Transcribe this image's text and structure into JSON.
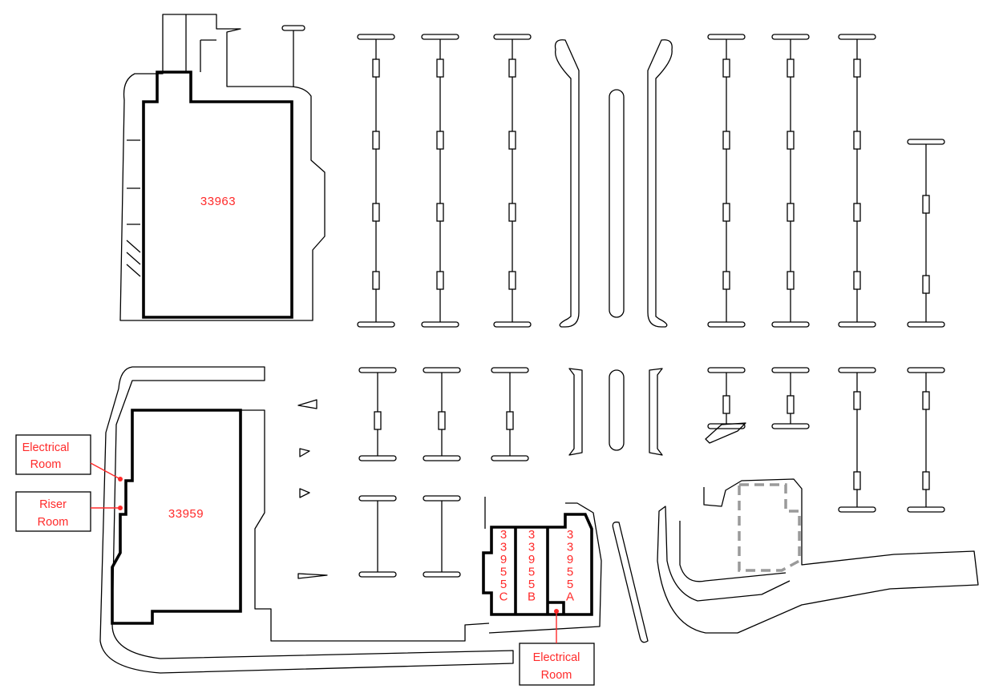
{
  "map": {
    "units": [
      {
        "id": "33963"
      },
      {
        "id": "33959"
      },
      {
        "id": "33955C"
      },
      {
        "id": "33955B"
      },
      {
        "id": "33955A"
      }
    ],
    "callouts": {
      "electrical_room_west": {
        "line1": "Electrical",
        "line2": "Room"
      },
      "riser_room": {
        "line1": "Riser",
        "line2": "Room"
      },
      "electrical_room_south": {
        "line1": "Electrical",
        "line2": "Room"
      }
    },
    "colors": {
      "unit_label": "#ff2a2a",
      "outline": "#000000",
      "dashed_outline": "#9a9a9a"
    }
  }
}
